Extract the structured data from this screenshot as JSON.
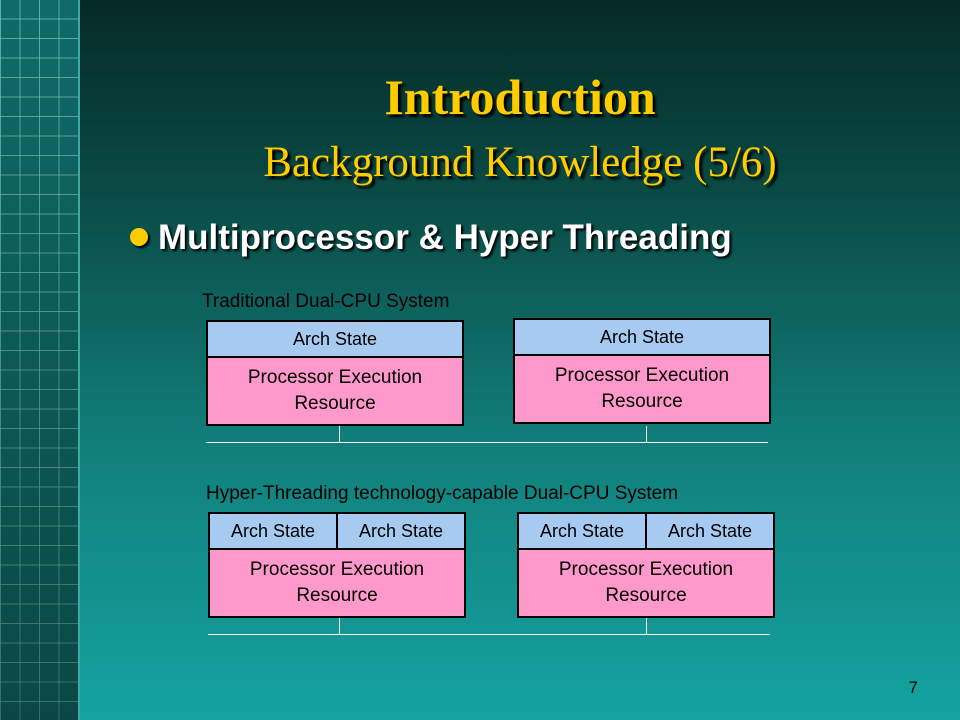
{
  "slide": {
    "title": "Introduction",
    "subtitle": "Background Knowledge (5/6)",
    "bullet": "Multiprocessor & Hyper Threading",
    "page_number": "7"
  },
  "traditional": {
    "label": "Traditional Dual-CPU System",
    "cpus": [
      {
        "arch_states": [
          "Arch State"
        ],
        "exec_line1": "Processor Execution",
        "exec_line2": "Resource"
      },
      {
        "arch_states": [
          "Arch State"
        ],
        "exec_line1": "Processor Execution",
        "exec_line2": "Resource"
      }
    ]
  },
  "hyperthreading": {
    "label": "Hyper-Threading technology-capable Dual-CPU System",
    "cpus": [
      {
        "arch_states": [
          "Arch State",
          "Arch State"
        ],
        "exec_line1": "Processor Execution",
        "exec_line2": "Resource"
      },
      {
        "arch_states": [
          "Arch State",
          "Arch State"
        ],
        "exec_line1": "Processor Execution",
        "exec_line2": "Resource"
      }
    ]
  },
  "colors": {
    "title": "#ffcc00",
    "arch_state_fill": "#a6caf0",
    "execution_fill": "#ff99cc",
    "bus_line": "#ffffff"
  }
}
